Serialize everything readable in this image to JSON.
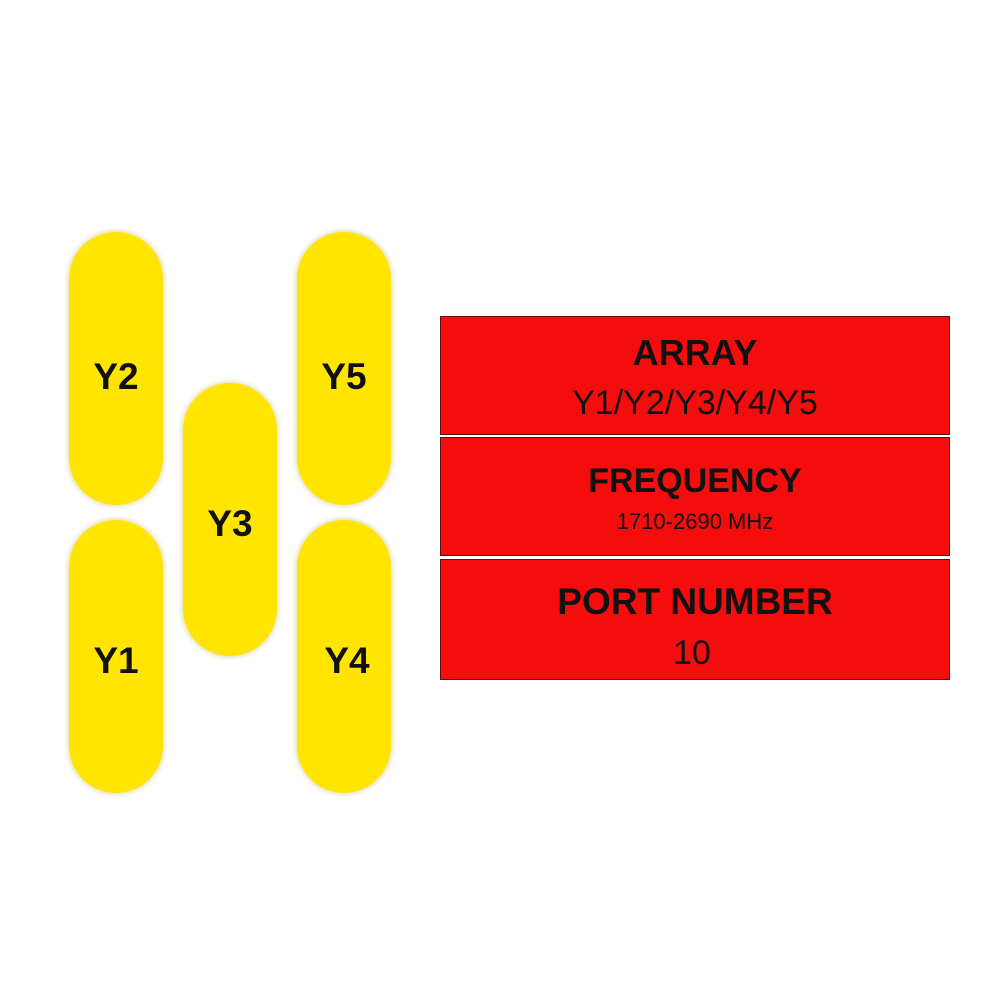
{
  "elements": [
    {
      "label": "Y2"
    },
    {
      "label": "Y1"
    },
    {
      "label": "Y3"
    },
    {
      "label": "Y5"
    },
    {
      "label": "Y4"
    }
  ],
  "info": {
    "array_title": "ARRAY",
    "array_value": "Y1/Y2/Y3/Y4/Y5",
    "frequency_title": "FREQUENCY",
    "frequency_value": "1710-2690 MHz",
    "port_title": "PORT NUMBER",
    "port_value": "10"
  },
  "colors": {
    "element": "#ffe500",
    "panel": "#f50d0d"
  }
}
